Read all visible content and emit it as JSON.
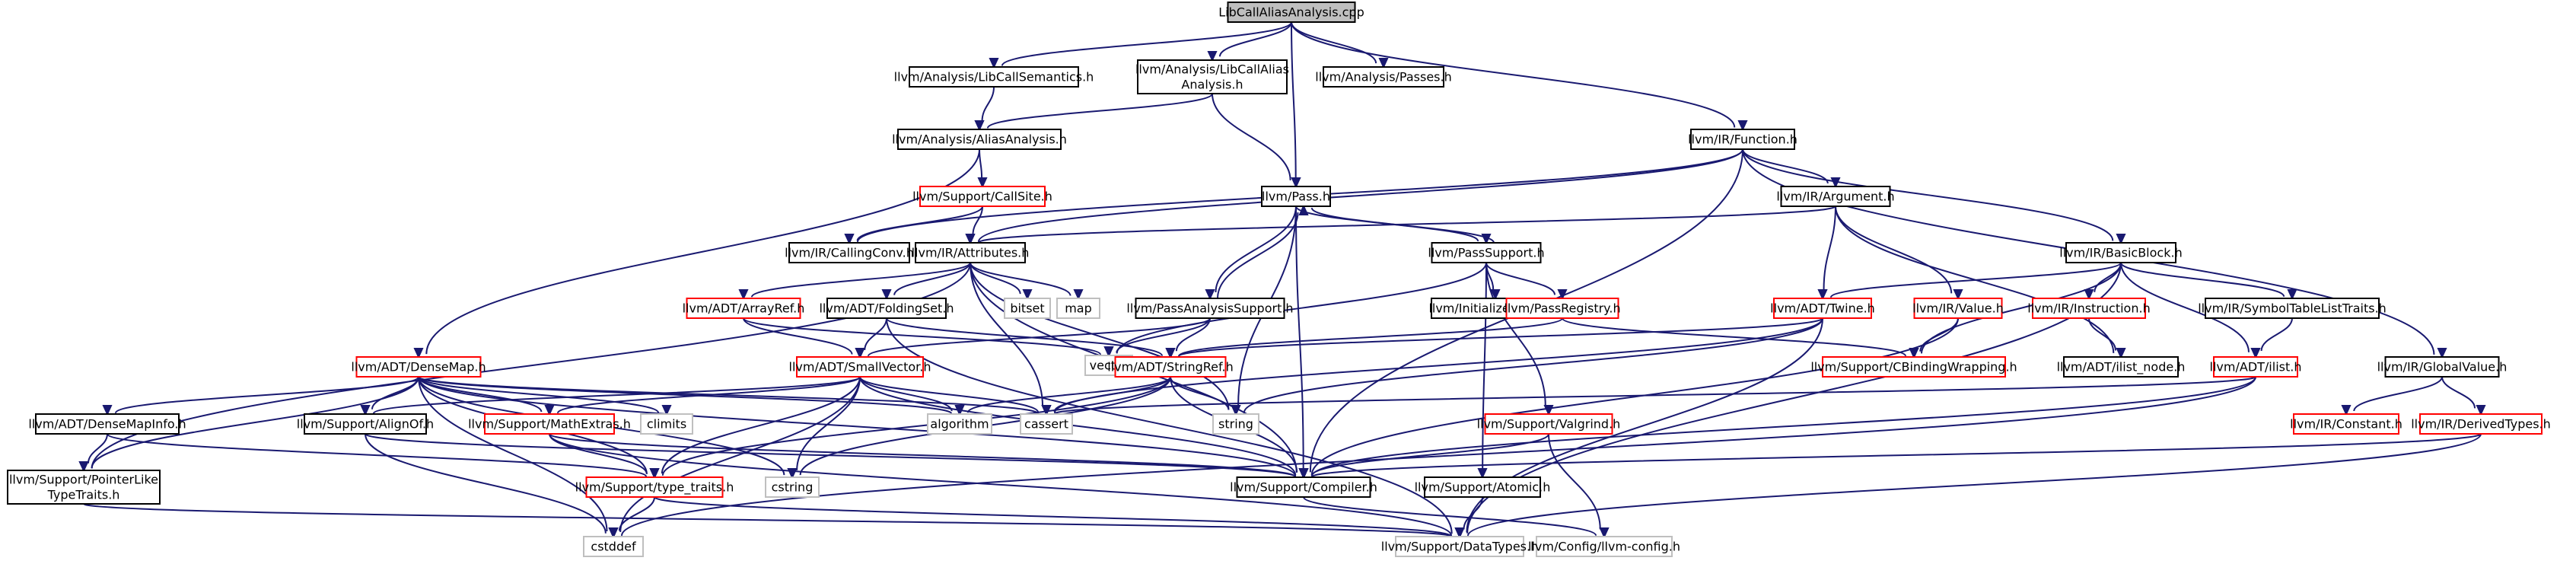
{
  "graph": {
    "root": "LibCallAliasAnalysis.cpp",
    "colors": {
      "edge": "#191970",
      "root_fill": "#bfbfbf",
      "default_border": "#000000",
      "truncated_border": "#ff0000",
      "system_header_border": "#bfbfbf"
    },
    "nodes": [
      {
        "id": "root",
        "lines": [
          "LibCallAliasAnalysis.cpp"
        ],
        "style": "root"
      },
      {
        "id": "libcallsem",
        "lines": [
          "llvm/Analysis/LibCallSemantics.h"
        ],
        "style": "normal"
      },
      {
        "id": "libcallaa",
        "lines": [
          "llvm/Analysis/LibCallAlias",
          "Analysis.h"
        ],
        "style": "normal"
      },
      {
        "id": "passes",
        "lines": [
          "llvm/Analysis/Passes.h"
        ],
        "style": "normal"
      },
      {
        "id": "function",
        "lines": [
          "llvm/IR/Function.h"
        ],
        "style": "normal"
      },
      {
        "id": "aliasanalysis",
        "lines": [
          "llvm/Analysis/AliasAnalysis.h"
        ],
        "style": "normal"
      },
      {
        "id": "pass",
        "lines": [
          "llvm/Pass.h"
        ],
        "style": "normal"
      },
      {
        "id": "argument",
        "lines": [
          "llvm/IR/Argument.h"
        ],
        "style": "normal"
      },
      {
        "id": "callsite",
        "lines": [
          "llvm/Support/CallSite.h"
        ],
        "style": "red"
      },
      {
        "id": "callingconv",
        "lines": [
          "llvm/IR/CallingConv.h"
        ],
        "style": "normal"
      },
      {
        "id": "attributes",
        "lines": [
          "llvm/IR/Attributes.h"
        ],
        "style": "normal"
      },
      {
        "id": "passsupport",
        "lines": [
          "llvm/PassSupport.h"
        ],
        "style": "normal"
      },
      {
        "id": "basicblock",
        "lines": [
          "llvm/IR/BasicBlock.h"
        ],
        "style": "normal"
      },
      {
        "id": "bitset",
        "lines": [
          "bitset"
        ],
        "style": "gray"
      },
      {
        "id": "map",
        "lines": [
          "map"
        ],
        "style": "gray"
      },
      {
        "id": "arrayref",
        "lines": [
          "llvm/ADT/ArrayRef.h"
        ],
        "style": "red"
      },
      {
        "id": "foldingset",
        "lines": [
          "llvm/ADT/FoldingSet.h"
        ],
        "style": "normal"
      },
      {
        "id": "passanalysis",
        "lines": [
          "llvm/PassAnalysisSupport.h"
        ],
        "style": "normal"
      },
      {
        "id": "initpasses",
        "lines": [
          "llvm/InitializePasses.h"
        ],
        "style": "normal"
      },
      {
        "id": "passregistry",
        "lines": [
          "llvm/PassRegistry.h"
        ],
        "style": "red"
      },
      {
        "id": "twine",
        "lines": [
          "llvm/ADT/Twine.h"
        ],
        "style": "red"
      },
      {
        "id": "value",
        "lines": [
          "llvm/IR/Value.h"
        ],
        "style": "red"
      },
      {
        "id": "instruction",
        "lines": [
          "llvm/IR/Instruction.h"
        ],
        "style": "red"
      },
      {
        "id": "symtabletraits",
        "lines": [
          "llvm/IR/SymbolTableListTraits.h"
        ],
        "style": "normal"
      },
      {
        "id": "densemap",
        "lines": [
          "llvm/ADT/DenseMap.h"
        ],
        "style": "red"
      },
      {
        "id": "vector",
        "lines": [
          "vector"
        ],
        "style": "gray"
      },
      {
        "id": "smallvector",
        "lines": [
          "llvm/ADT/SmallVector.h"
        ],
        "style": "red"
      },
      {
        "id": "stringref",
        "lines": [
          "llvm/ADT/StringRef.h"
        ],
        "style": "red"
      },
      {
        "id": "cbinding",
        "lines": [
          "llvm/Support/CBindingWrapping.h"
        ],
        "style": "red"
      },
      {
        "id": "ilistnode",
        "lines": [
          "llvm/ADT/ilist_node.h"
        ],
        "style": "normal"
      },
      {
        "id": "ilist",
        "lines": [
          "llvm/ADT/ilist.h"
        ],
        "style": "red"
      },
      {
        "id": "globalvalue",
        "lines": [
          "llvm/IR/GlobalValue.h"
        ],
        "style": "normal"
      },
      {
        "id": "densemapinfo",
        "lines": [
          "llvm/ADT/DenseMapInfo.h"
        ],
        "style": "normal"
      },
      {
        "id": "alignof",
        "lines": [
          "llvm/Support/AlignOf.h"
        ],
        "style": "normal"
      },
      {
        "id": "mathextras",
        "lines": [
          "llvm/Support/MathExtras.h"
        ],
        "style": "red"
      },
      {
        "id": "climits",
        "lines": [
          "climits"
        ],
        "style": "gray"
      },
      {
        "id": "algorithm",
        "lines": [
          "algorithm"
        ],
        "style": "gray"
      },
      {
        "id": "cassert",
        "lines": [
          "cassert"
        ],
        "style": "gray"
      },
      {
        "id": "string",
        "lines": [
          "string"
        ],
        "style": "gray"
      },
      {
        "id": "valgrind",
        "lines": [
          "llvm/Support/Valgrind.h"
        ],
        "style": "red"
      },
      {
        "id": "constant",
        "lines": [
          "llvm/IR/Constant.h"
        ],
        "style": "red"
      },
      {
        "id": "derivedtypes",
        "lines": [
          "llvm/IR/DerivedTypes.h"
        ],
        "style": "red"
      },
      {
        "id": "pointerlike",
        "lines": [
          "llvm/Support/PointerLike",
          "TypeTraits.h"
        ],
        "style": "normal"
      },
      {
        "id": "typetraits",
        "lines": [
          "llvm/Support/type_traits.h"
        ],
        "style": "red"
      },
      {
        "id": "cstring",
        "lines": [
          "cstring"
        ],
        "style": "gray"
      },
      {
        "id": "compiler",
        "lines": [
          "llvm/Support/Compiler.h"
        ],
        "style": "normal"
      },
      {
        "id": "atomic",
        "lines": [
          "llvm/Support/Atomic.h"
        ],
        "style": "normal"
      },
      {
        "id": "cstddef",
        "lines": [
          "cstddef"
        ],
        "style": "gray"
      },
      {
        "id": "datatypes",
        "lines": [
          "llvm/Support/DataTypes.h"
        ],
        "style": "gray"
      },
      {
        "id": "config",
        "lines": [
          "llvm/Config/llvm-config.h"
        ],
        "style": "gray"
      }
    ],
    "edges": [
      [
        "root",
        "libcallsem"
      ],
      [
        "root",
        "libcallaa"
      ],
      [
        "root",
        "passes"
      ],
      [
        "root",
        "function"
      ],
      [
        "root",
        "pass"
      ],
      [
        "libcallsem",
        "aliasanalysis"
      ],
      [
        "libcallaa",
        "aliasanalysis"
      ],
      [
        "libcallaa",
        "pass"
      ],
      [
        "aliasanalysis",
        "callsite"
      ],
      [
        "aliasanalysis",
        "densemap"
      ],
      [
        "callsite",
        "callingconv"
      ],
      [
        "callsite",
        "attributes"
      ],
      [
        "function",
        "argument"
      ],
      [
        "function",
        "basicblock"
      ],
      [
        "function",
        "globalvalue"
      ],
      [
        "function",
        "callingconv"
      ],
      [
        "function",
        "attributes"
      ],
      [
        "function",
        "compiler"
      ],
      [
        "pass",
        "passsupport"
      ],
      [
        "pass",
        "passanalysis"
      ],
      [
        "pass",
        "string"
      ],
      [
        "pass",
        "compiler"
      ],
      [
        "argument",
        "attributes"
      ],
      [
        "argument",
        "twine"
      ],
      [
        "argument",
        "value"
      ],
      [
        "argument",
        "ilistnode"
      ],
      [
        "attributes",
        "bitset"
      ],
      [
        "attributes",
        "map"
      ],
      [
        "attributes",
        "arrayref"
      ],
      [
        "attributes",
        "foldingset"
      ],
      [
        "attributes",
        "string"
      ],
      [
        "attributes",
        "pointerlike"
      ],
      [
        "attributes",
        "compiler"
      ],
      [
        "attributes",
        "cassert"
      ],
      [
        "passsupport",
        "pass"
      ],
      [
        "passsupport",
        "initpasses"
      ],
      [
        "passsupport",
        "passregistry"
      ],
      [
        "passsupport",
        "vector"
      ],
      [
        "passsupport",
        "valgrind"
      ],
      [
        "passsupport",
        "atomic"
      ],
      [
        "passanalysis",
        "pass"
      ],
      [
        "passanalysis",
        "vector"
      ],
      [
        "passanalysis",
        "smallvector"
      ],
      [
        "passanalysis",
        "stringref"
      ],
      [
        "arrayref",
        "smallvector"
      ],
      [
        "arrayref",
        "vector"
      ],
      [
        "foldingset",
        "smallvector"
      ],
      [
        "foldingset",
        "stringref"
      ],
      [
        "foldingset",
        "datatypes"
      ],
      [
        "passregistry",
        "stringref"
      ],
      [
        "passregistry",
        "cbinding"
      ],
      [
        "twine",
        "stringref"
      ],
      [
        "twine",
        "cassert"
      ],
      [
        "twine",
        "string"
      ],
      [
        "twine",
        "datatypes"
      ],
      [
        "value",
        "cbinding"
      ],
      [
        "value",
        "compiler"
      ],
      [
        "basicblock",
        "twine"
      ],
      [
        "basicblock",
        "instruction"
      ],
      [
        "basicblock",
        "symtabletraits"
      ],
      [
        "basicblock",
        "ilist"
      ],
      [
        "basicblock",
        "cbinding"
      ],
      [
        "basicblock",
        "datatypes"
      ],
      [
        "instruction",
        "ilistnode"
      ],
      [
        "symtabletraits",
        "ilist"
      ],
      [
        "ilist",
        "cassert"
      ],
      [
        "ilist",
        "cstddef"
      ],
      [
        "ilist",
        "compiler"
      ],
      [
        "globalvalue",
        "constant"
      ],
      [
        "globalvalue",
        "derivedtypes"
      ],
      [
        "derivedtypes",
        "compiler"
      ],
      [
        "derivedtypes",
        "datatypes"
      ],
      [
        "densemap",
        "densemapinfo"
      ],
      [
        "densemap",
        "alignof"
      ],
      [
        "densemap",
        "mathextras"
      ],
      [
        "densemap",
        "typetraits"
      ],
      [
        "densemap",
        "climits"
      ],
      [
        "densemap",
        "algorithm"
      ],
      [
        "densemap",
        "cassert"
      ],
      [
        "densemap",
        "compiler"
      ],
      [
        "densemap",
        "cstddef"
      ],
      [
        "densemap",
        "cstring"
      ],
      [
        "densemap",
        "pointerlike"
      ],
      [
        "smallvector",
        "alignof"
      ],
      [
        "smallvector",
        "mathextras"
      ],
      [
        "smallvector",
        "typetraits"
      ],
      [
        "smallvector",
        "algorithm"
      ],
      [
        "smallvector",
        "cassert"
      ],
      [
        "smallvector",
        "cstring"
      ],
      [
        "smallvector",
        "compiler"
      ],
      [
        "smallvector",
        "cstddef"
      ],
      [
        "stringref",
        "typetraits"
      ],
      [
        "stringref",
        "algorithm"
      ],
      [
        "stringref",
        "cassert"
      ],
      [
        "stringref",
        "string"
      ],
      [
        "stringref",
        "cstring"
      ],
      [
        "stringref",
        "compiler"
      ],
      [
        "densemapinfo",
        "pointerlike"
      ],
      [
        "densemapinfo",
        "typetraits"
      ],
      [
        "alignof",
        "compiler"
      ],
      [
        "alignof",
        "cstddef"
      ],
      [
        "mathextras",
        "compiler"
      ],
      [
        "mathextras",
        "datatypes"
      ],
      [
        "mathextras",
        "typetraits"
      ],
      [
        "pointerlike",
        "datatypes"
      ],
      [
        "typetraits",
        "cstddef"
      ],
      [
        "typetraits",
        "datatypes"
      ],
      [
        "valgrind",
        "compiler"
      ],
      [
        "valgrind",
        "config"
      ],
      [
        "atomic",
        "datatypes"
      ],
      [
        "compiler",
        "config"
      ]
    ]
  }
}
